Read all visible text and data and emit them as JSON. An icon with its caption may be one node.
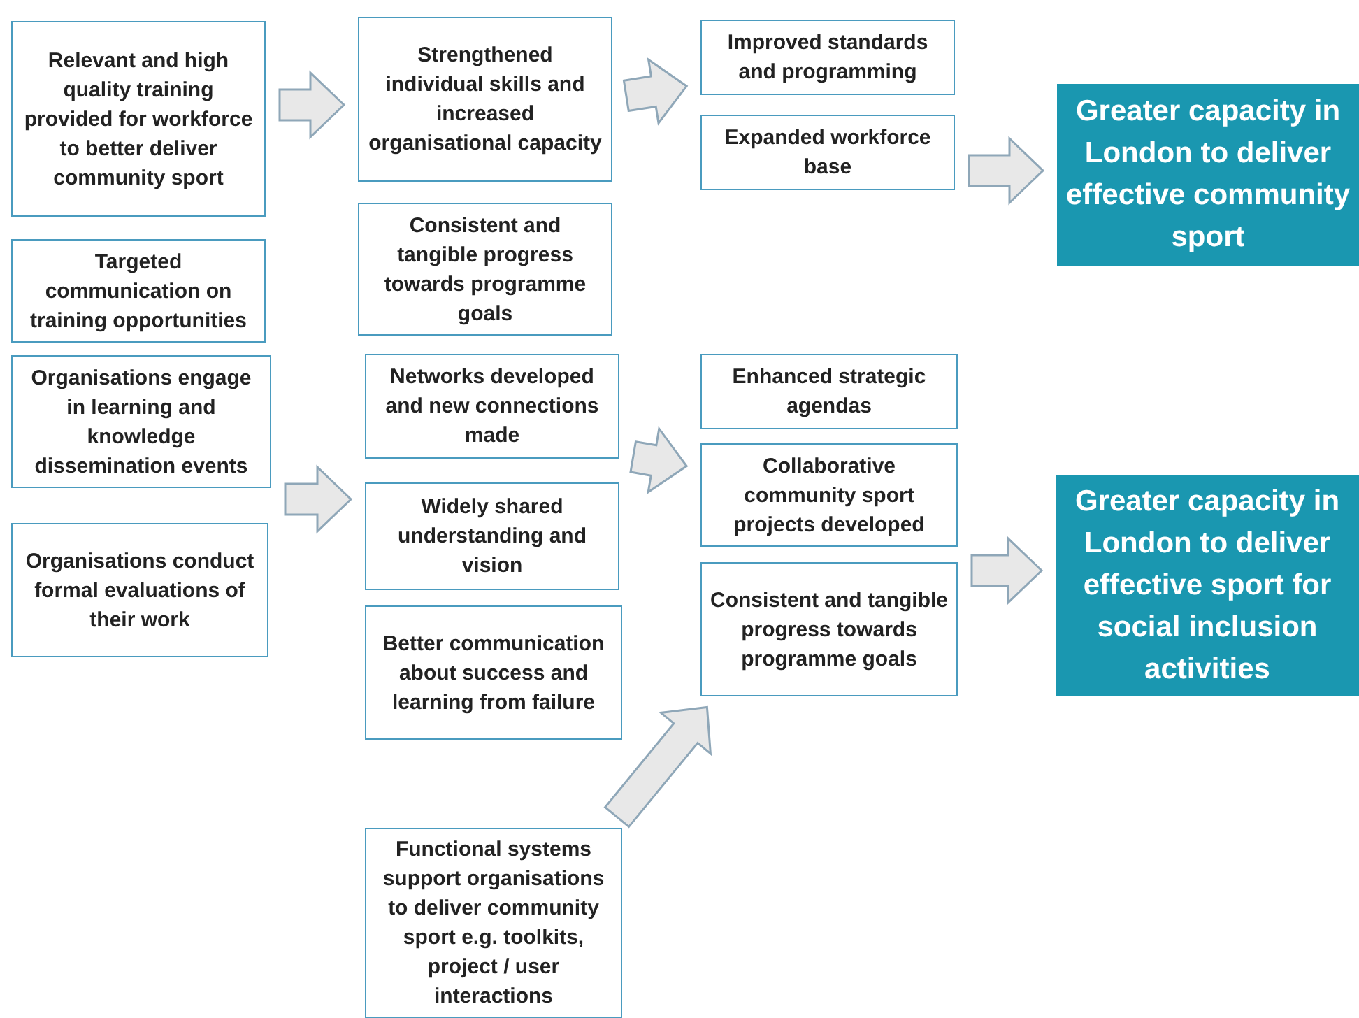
{
  "diagram": {
    "nodes": [
      {
        "text": [
          "Relevant and high quality training provided for workforce to better deliver community sport"
        ]
      },
      {
        "text": [
          "Strengthened individual skills and increased organisational capacity"
        ]
      },
      {
        "text": [
          "Improved standards and programming"
        ]
      },
      {
        "text": [
          "Expanded workforce base"
        ]
      },
      {
        "text": [
          "Greater capacity in London to deliver effective community sport"
        ]
      },
      {
        "text": [
          "Targeted communication on training opportunities"
        ]
      },
      {
        "text": [
          "Consistent and tangible progress towards programme goals"
        ]
      },
      {
        "text": [
          "Organisations engage in learning and knowledge dissemination events"
        ]
      },
      {
        "text": [
          "Networks developed and new connections made"
        ]
      },
      {
        "text": [
          "Enhanced strategic agendas"
        ]
      },
      {
        "text": [
          "Collaborative community sport projects developed"
        ]
      },
      {
        "text": [
          "Organisations conduct formal evaluations of their work"
        ]
      },
      {
        "text": [
          "Widely shared understanding and vision"
        ]
      },
      {
        "text": [
          "Consistent and tangible progress towards programme goals"
        ]
      },
      {
        "text": [
          "Greater capacity in London to deliver effective sport for social inclusion activities"
        ]
      },
      {
        "text": [
          "Better communication about success and learning from failure"
        ]
      },
      {
        "text": [
          "Functional systems support organisations to deliver community sport e.g. toolkits, project / user interactions"
        ]
      }
    ],
    "edges": [
      {
        "from": 0,
        "to": 1,
        "arrow": "to"
      },
      {
        "from": 1,
        "to": 2,
        "arrow": "to"
      },
      {
        "from": 3,
        "to": 4,
        "arrow": "to"
      },
      {
        "from": 7,
        "to": 12,
        "arrow": "to"
      },
      {
        "from": 8,
        "to": 10,
        "arrow": "to"
      },
      {
        "from": 13,
        "to": 14,
        "arrow": "to"
      },
      {
        "from": 16,
        "to": 13,
        "arrow": "to"
      }
    ]
  }
}
